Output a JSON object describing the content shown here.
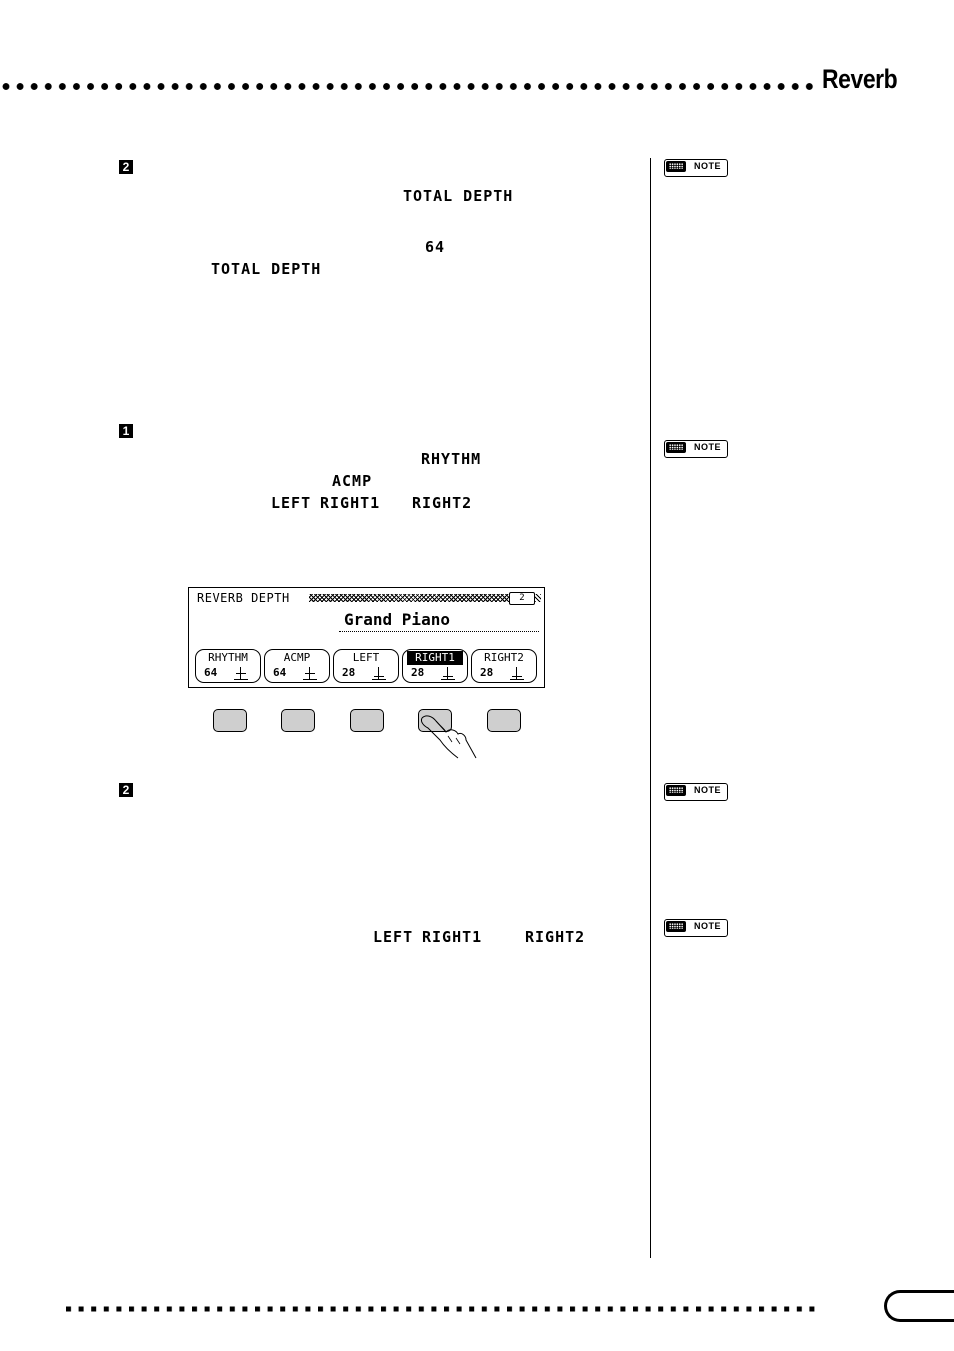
{
  "header": {
    "section_title": "Reverb"
  },
  "steps": {
    "s2a": {
      "num": "2",
      "kw_total_depth_1": "TOTAL DEPTH",
      "kw_value": "64",
      "kw_total_depth_2": "TOTAL DEPTH"
    },
    "s1": {
      "num": "1",
      "kw_rhythm": "RHYTHM",
      "kw_acmp": "ACMP",
      "kw_left": "LEFT",
      "kw_right1": "RIGHT1",
      "kw_right2": "RIGHT2"
    },
    "s2b": {
      "num": "2",
      "kw_left": "LEFT",
      "kw_right1": "RIGHT1",
      "kw_right2": "RIGHT2"
    }
  },
  "notes": {
    "label": "NOTE"
  },
  "lcd": {
    "title": "REVERB DEPTH",
    "page_indicator": "2",
    "voice": "Grand Piano",
    "tabs": [
      {
        "label": "RHYTHM",
        "value": "64",
        "level": 0.5,
        "selected": false
      },
      {
        "label": "ACMP",
        "value": "64",
        "level": 0.5,
        "selected": false
      },
      {
        "label": "LEFT",
        "value": "28",
        "level": 0.22,
        "selected": false
      },
      {
        "label": "RIGHT1",
        "value": "28",
        "level": 0.22,
        "selected": true
      },
      {
        "label": "RIGHT2",
        "value": "28",
        "level": 0.22,
        "selected": false
      }
    ]
  }
}
